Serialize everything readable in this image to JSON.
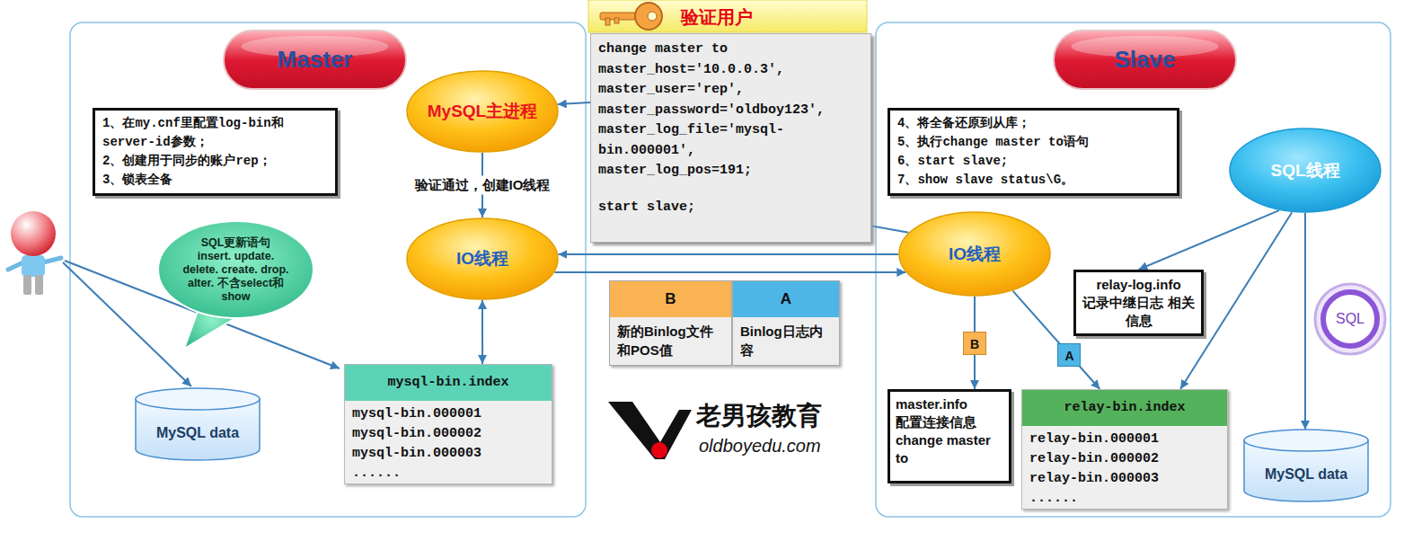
{
  "diagram": {
    "nodes": [
      {
        "text": [
          "Master"
        ]
      },
      {
        "text": [
          "1、在my.cnf里配置log-bin和server-id参数；",
          "2、创建用于同步的账户rep；",
          "3、锁表全备"
        ]
      },
      {
        "text": [
          "MySQL主进程"
        ]
      },
      {
        "text": [
          "IO线程"
        ]
      },
      {
        "text": [
          "SQL更新语句",
          "insert. update. delete. create. drop. alter. 不含select和show"
        ]
      },
      {
        "text": [
          "MySQL data"
        ]
      },
      {
        "text": [
          "mysql-bin.index",
          "mysql-bin.000001",
          "mysql-bin.000002",
          "mysql-bin.000003",
          "......"
        ]
      },
      {
        "text": [
          "验证用户",
          "change master to",
          "master_host='10.0.0.3',",
          "master_user='rep',",
          "master_password='oldboy123',",
          "master_log_file='mysql-bin.000001',",
          "master_log_pos=191;",
          "start slave;"
        ]
      },
      {
        "text": [
          "B",
          "新的Binlog文件和POS值"
        ]
      },
      {
        "text": [
          "A",
          "Binlog日志内容"
        ]
      },
      {
        "text": [
          "Slave"
        ]
      },
      {
        "text": [
          "4、将全备还原到从库；",
          "5、执行change master to语句",
          "6、start slave;",
          "7、show slave status\\G。"
        ]
      },
      {
        "text": [
          "SQL线程"
        ]
      },
      {
        "text": [
          "IO线程"
        ]
      },
      {
        "text": [
          "relay-log.info",
          "记录中继日志 相关信息"
        ]
      },
      {
        "text": [
          "SQL"
        ]
      },
      {
        "text": [
          "master.info",
          "配置连接信息",
          "change master to"
        ]
      },
      {
        "text": [
          "relay-bin.index",
          "relay-bin.000001",
          "relay-bin.000002",
          "relay-bin.000003",
          "......"
        ]
      },
      {
        "text": [
          "MySQL data"
        ]
      }
    ],
    "edges": [
      {
        "from": 13,
        "to": 7,
        "arrow": "none"
      },
      {
        "from": 7,
        "to": 2,
        "arrow": "to"
      },
      {
        "from": 2,
        "to": 3,
        "label": "验证通过，创建IO线程",
        "arrow": "to"
      },
      {
        "from": 13,
        "to": 3,
        "arrow": "to"
      },
      {
        "from": 3,
        "to": 13,
        "arrow": "to"
      },
      {
        "from": 3,
        "to": 6,
        "arrow": "both"
      },
      {
        "from": 12,
        "to": 14,
        "arrow": "to"
      },
      {
        "from": 12,
        "to": 17,
        "arrow": "to"
      },
      {
        "from": 12,
        "to": 18,
        "arrow": "to"
      },
      {
        "from": 13,
        "to": 16,
        "label": "B",
        "arrow": "to"
      },
      {
        "from": 13,
        "to": 17,
        "label": "A",
        "arrow": "to"
      }
    ],
    "labels": [
      "老男孩教育",
      "oldboyedu.com"
    ]
  }
}
